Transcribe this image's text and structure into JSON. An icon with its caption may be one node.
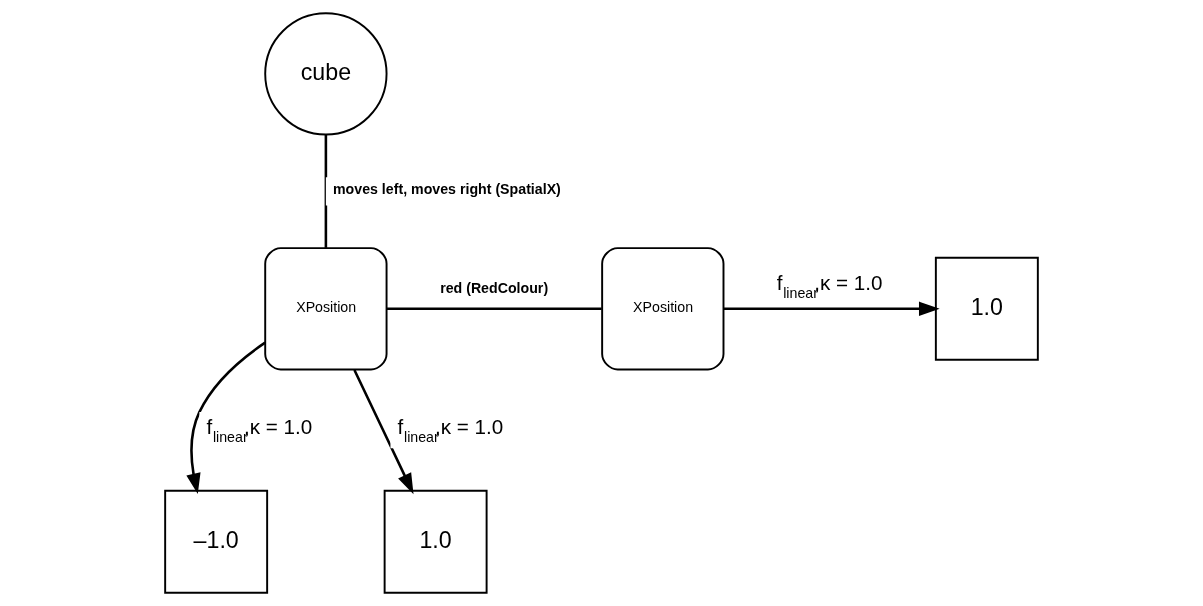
{
  "diagram": {
    "nodes": [
      {
        "text": [
          "cube"
        ]
      },
      {
        "text": [
          "XPosition"
        ]
      },
      {
        "text": [
          "XPosition"
        ]
      },
      {
        "text": [
          "1.0"
        ]
      },
      {
        "text": [
          "–1.0"
        ]
      },
      {
        "text": [
          "1.0"
        ]
      }
    ],
    "edges": [
      {
        "from": 0,
        "to": 1,
        "arrow": "none",
        "label": "moves left, moves right (SpatialX)"
      },
      {
        "from": 1,
        "to": 2,
        "arrow": "none",
        "label": "red (RedColour)"
      },
      {
        "from": 1,
        "to": 4,
        "arrow": "to",
        "label": "f$_{linear}$,κ = 1.0"
      },
      {
        "from": 1,
        "to": 5,
        "arrow": "to",
        "label": "f$_{linear}$,κ = 1.0"
      },
      {
        "from": 2,
        "to": 3,
        "arrow": "to",
        "label": "f$_{linear}$,κ = 1.0"
      }
    ]
  }
}
